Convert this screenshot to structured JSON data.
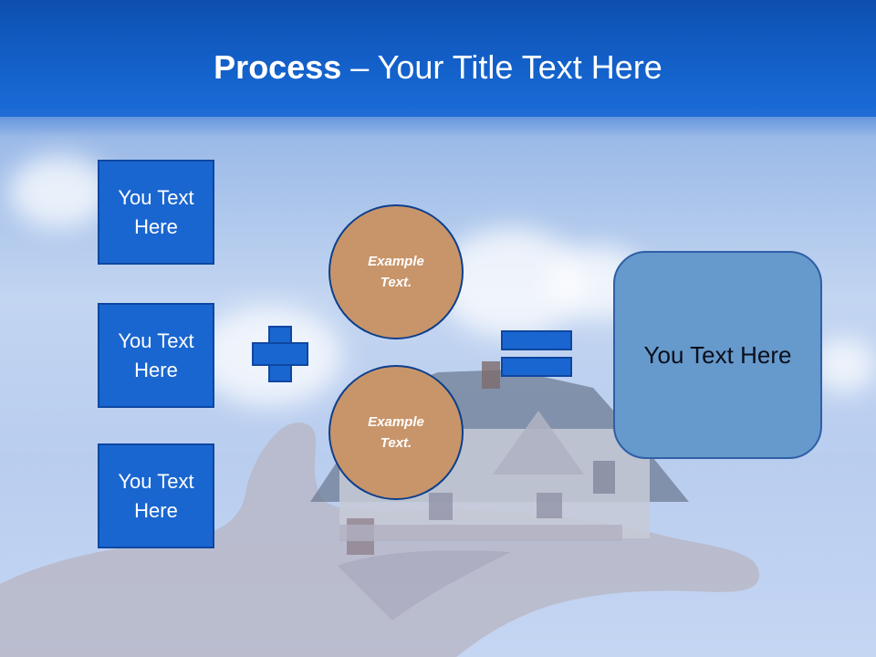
{
  "title": {
    "bold": "Process",
    "rest": " – Your Title Text Here"
  },
  "left_boxes": [
    {
      "label": "You Text Here"
    },
    {
      "label": "You Text Here"
    },
    {
      "label": "You Text Here"
    }
  ],
  "circles": [
    {
      "label": "Example Text."
    },
    {
      "label": "Example Text."
    }
  ],
  "result": {
    "label": "You Text Here"
  },
  "colors": {
    "header": "#1360c9",
    "box_fill": "#1a66d0",
    "circle_fill": "#c8956a",
    "result_fill": "#6699cc"
  }
}
